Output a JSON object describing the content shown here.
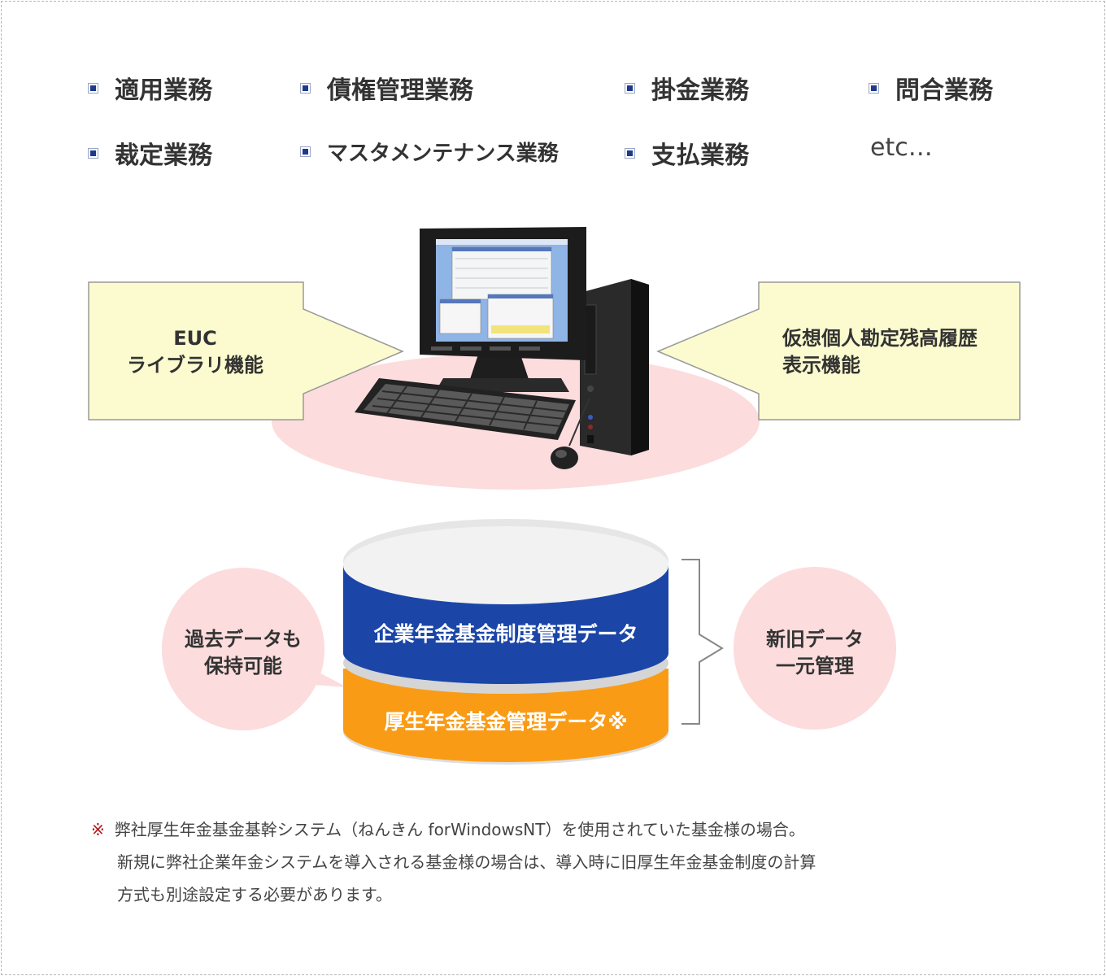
{
  "business_items": [
    {
      "label": "適用業務"
    },
    {
      "label": "債権管理業務"
    },
    {
      "label": "掛金業務"
    },
    {
      "label": "問合業務"
    },
    {
      "label": "裁定業務"
    },
    {
      "label": "マスタメンテナンス業務"
    },
    {
      "label": "支払業務"
    }
  ],
  "etc_label": "etc…",
  "left_box": {
    "line1": "EUC",
    "line2": "ライブラリ機能"
  },
  "right_box": {
    "line1": "仮想個人勘定残高履歴",
    "line2": "表示機能"
  },
  "left_bubble": {
    "line1": "過去データも",
    "line2": "保持可能"
  },
  "right_bubble": {
    "line1": "新旧データ",
    "line2": "一元管理"
  },
  "db_upper_label": "企業年金基金制度管理データ",
  "db_lower_label": "厚生年金基金管理データ※",
  "note": {
    "mark": "※",
    "line1": "弊社厚生年金基金基幹システム（ねんきん forWindowsNT）を使用されていた基金様の場合。",
    "line2": "新規に弊社企業年金システムを導入される基金様の場合は、導入時に旧厚生年金基金制度の計算",
    "line3": "方式も別途設定する必要があります。"
  },
  "colors": {
    "box_fill": "#fbfbcf",
    "ellipse_fill": "#fcdcdd",
    "db_blue": "#1b46a8",
    "db_orange": "#fa9b16",
    "bullet": "#1d3a8e",
    "note_mark": "#b0171d"
  }
}
